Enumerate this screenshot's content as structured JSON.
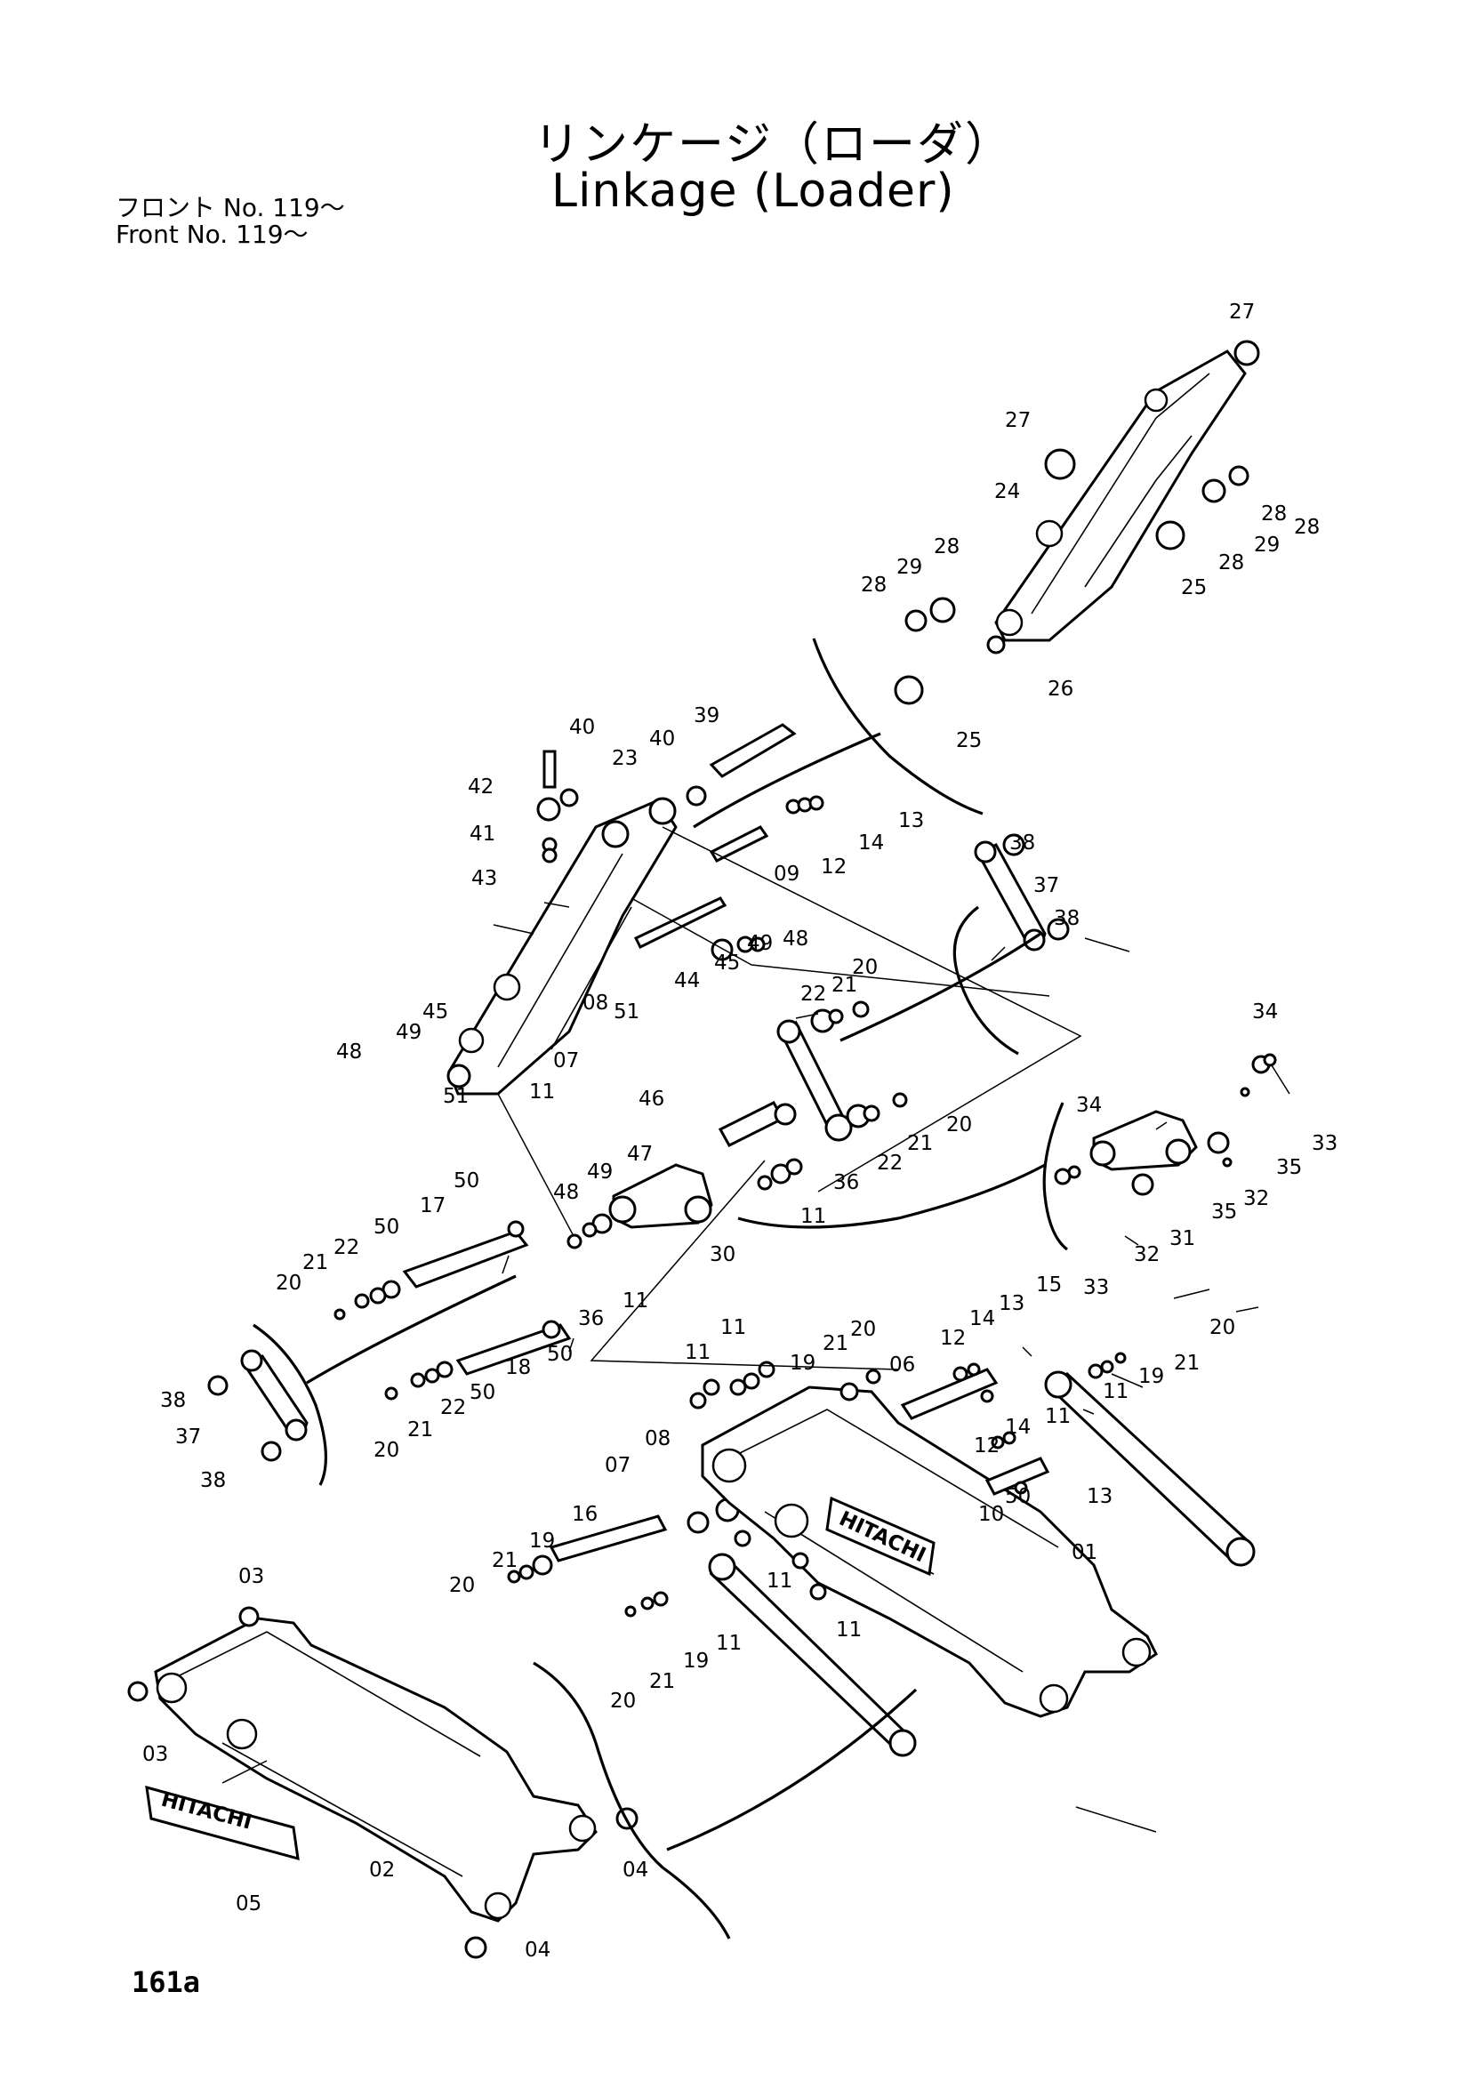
{
  "title_ja": "リンケージ（ローダ）",
  "title_en": "Linkage (Loader)",
  "front_ja": "フロント No. 119～",
  "front_en": "Front    No. 119～",
  "page_number": "161a",
  "brand_plate": "HITACHI",
  "callouts": [
    "01",
    "02",
    "03",
    "04",
    "05",
    "06",
    "07",
    "08",
    "09",
    "10",
    "11",
    "12",
    "13",
    "14",
    "15",
    "16",
    "17",
    "18",
    "19",
    "20",
    "21",
    "22",
    "23",
    "24",
    "25",
    "26",
    "27",
    "28",
    "29",
    "30",
    "31",
    "32",
    "33",
    "34",
    "35",
    "36",
    "37",
    "38",
    "39",
    "40",
    "41",
    "42",
    "43",
    "44",
    "45",
    "46",
    "47",
    "48",
    "49",
    "50",
    "51"
  ]
}
